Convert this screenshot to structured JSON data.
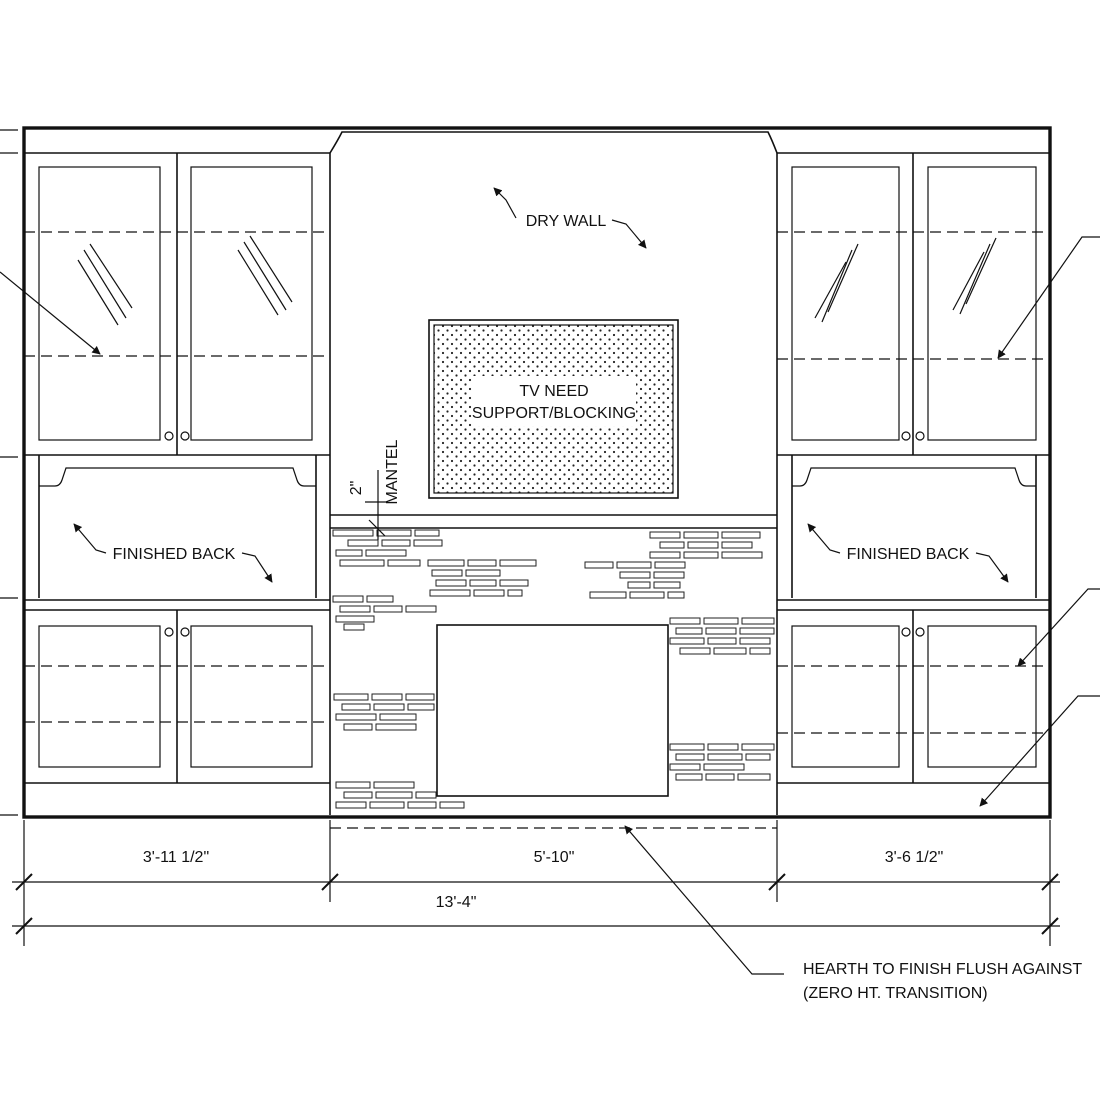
{
  "labels": {
    "dry_wall": "DRY WALL",
    "tv_line1": "TV NEED",
    "tv_line2": "SUPPORT/BLOCKING",
    "mantel": "MANTEL",
    "mantel_gap": "2\"",
    "finished_back_left": "FINISHED BACK",
    "finished_back_right": "FINISHED BACK",
    "hearth_note_line1": "HEARTH TO FINISH FLUSH AGAINST",
    "hearth_note_line2": "(ZERO HT. TRANSITION)"
  },
  "dimensions": {
    "left_cabinet": "3'-11 1/2\"",
    "center": "5'-10\"",
    "right_cabinet": "3'-6 1/2\"",
    "overall": "13'-4\""
  }
}
